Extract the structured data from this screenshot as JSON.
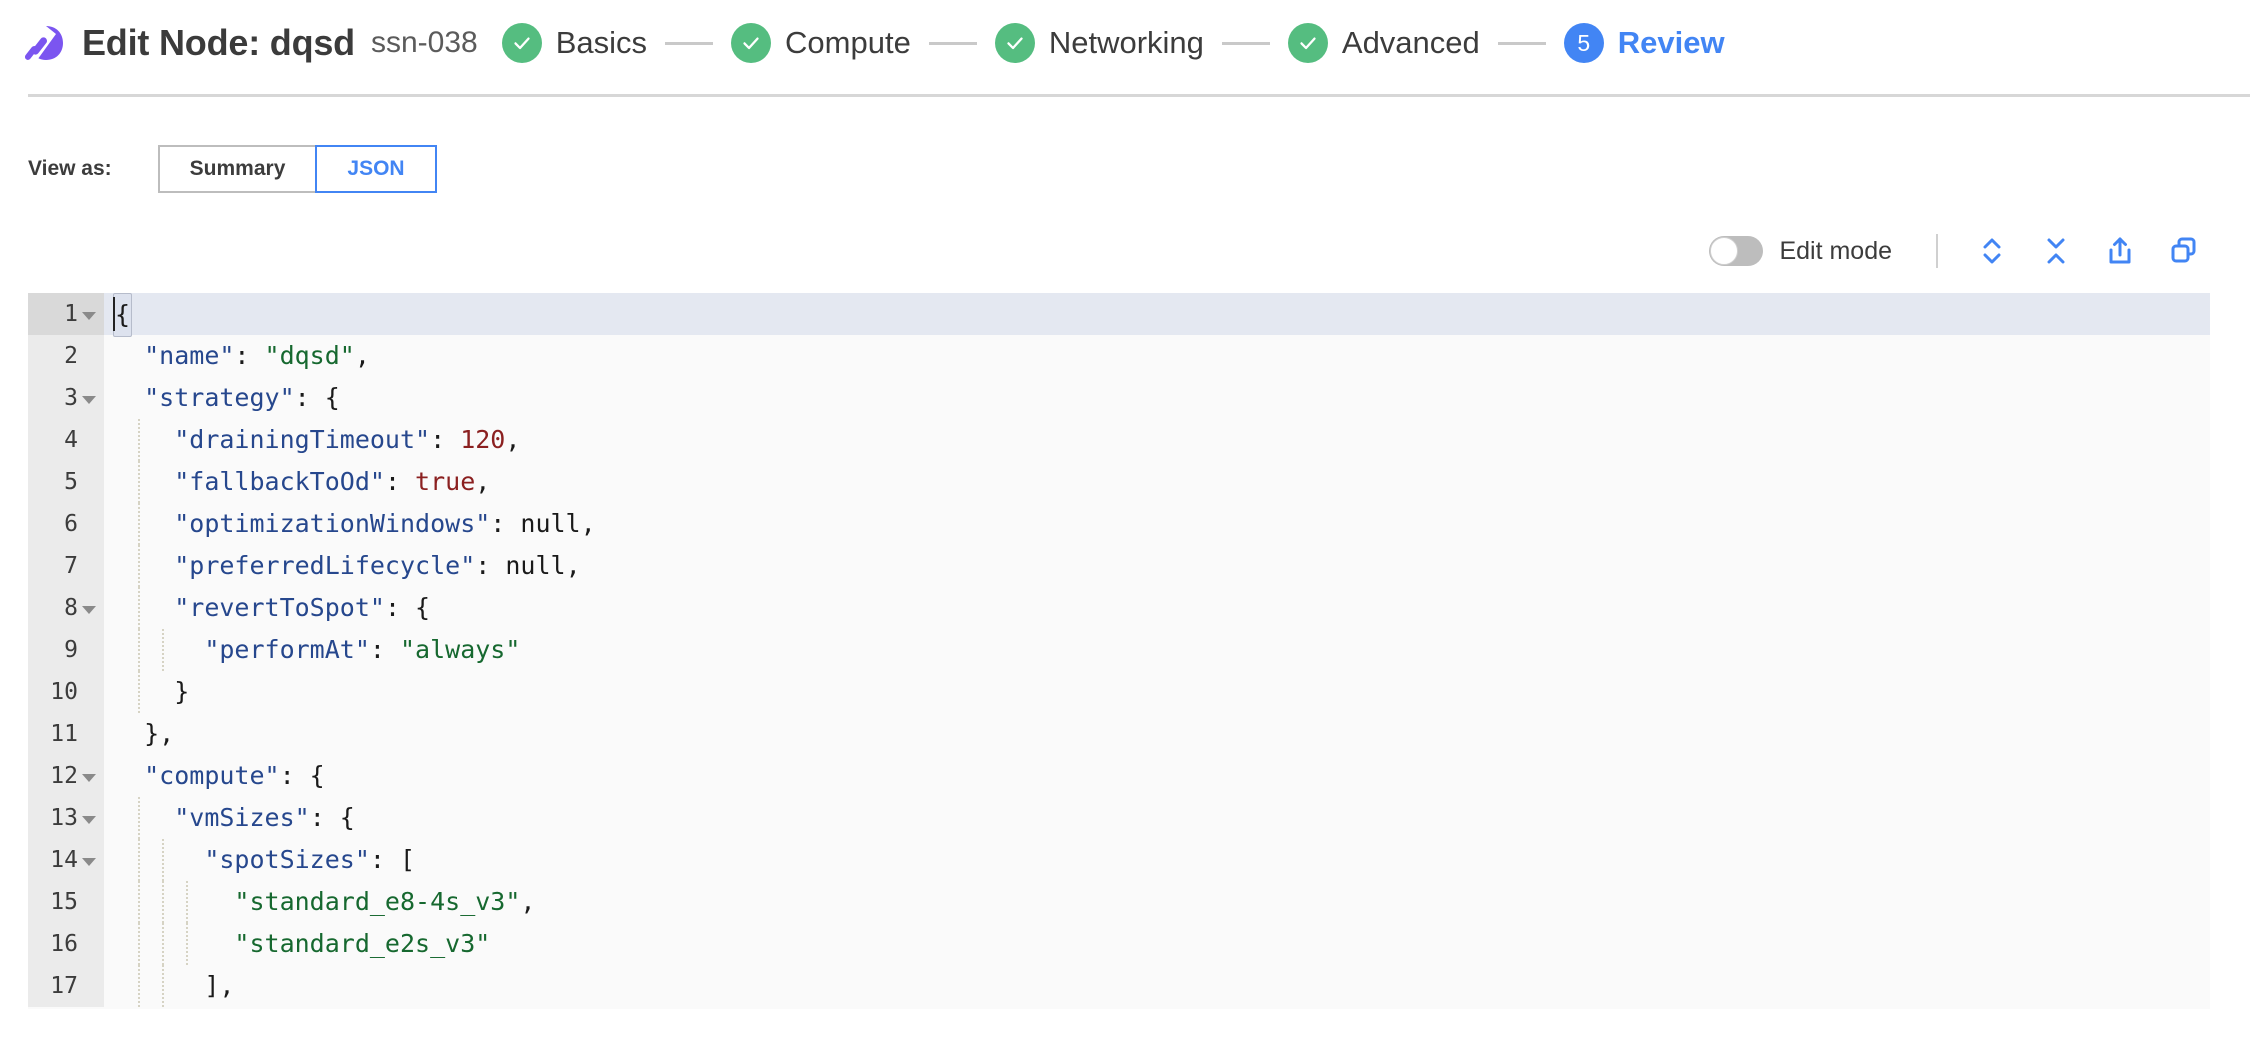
{
  "header": {
    "logo_icon": "rocket-logo-icon",
    "title": "Edit Node: dqsd",
    "subtitle": "ssn-038",
    "brand_color": "#7B55F0",
    "separator_color": "#D7D7D7"
  },
  "stepper": {
    "done_color": "#55BD80",
    "current_color": "#4285F4",
    "connector_color": "#C9C9C9",
    "steps": [
      {
        "label": "Basics",
        "state": "done",
        "marker": "✓"
      },
      {
        "label": "Compute",
        "state": "done",
        "marker": "✓"
      },
      {
        "label": "Networking",
        "state": "done",
        "marker": "✓"
      },
      {
        "label": "Advanced",
        "state": "done",
        "marker": "✓"
      },
      {
        "label": "Review",
        "state": "current",
        "marker": "5"
      }
    ]
  },
  "view_as": {
    "label": "View as:",
    "options": [
      {
        "label": "Summary",
        "selected": false
      },
      {
        "label": "JSON",
        "selected": true
      }
    ]
  },
  "editor_toolbar": {
    "edit_mode_label": "Edit mode",
    "edit_mode_on": false,
    "icons": [
      {
        "name": "expand-all-icon",
        "title": "Expand all"
      },
      {
        "name": "collapse-all-icon",
        "title": "Collapse all"
      },
      {
        "name": "share-export-icon",
        "title": "Export"
      },
      {
        "name": "copy-icon",
        "title": "Copy"
      }
    ],
    "icon_color": "#4285F4"
  },
  "code_editor": {
    "background": "#FAFAFA",
    "gutter_background": "#EBEBEB",
    "active_line_background": "#E4E8F1",
    "key_color": "#26478D",
    "string_color": "#16682F",
    "number_color": "#8B2020",
    "punctuation_color": "#1A1A1A",
    "active_line": 1,
    "lines": [
      {
        "num": 1,
        "fold": true,
        "indent": 0,
        "tokens": [
          {
            "t": "{",
            "c": "p",
            "hl": true
          }
        ]
      },
      {
        "num": 2,
        "fold": false,
        "indent": 1,
        "tokens": [
          {
            "t": "\"name\"",
            "c": "k"
          },
          {
            "t": ": ",
            "c": "p"
          },
          {
            "t": "\"dqsd\"",
            "c": "s"
          },
          {
            "t": ",",
            "c": "p"
          }
        ]
      },
      {
        "num": 3,
        "fold": true,
        "indent": 1,
        "tokens": [
          {
            "t": "\"strategy\"",
            "c": "k"
          },
          {
            "t": ": {",
            "c": "p"
          }
        ]
      },
      {
        "num": 4,
        "fold": false,
        "indent": 2,
        "tokens": [
          {
            "t": "\"drainingTimeout\"",
            "c": "k"
          },
          {
            "t": ": ",
            "c": "p"
          },
          {
            "t": "120",
            "c": "n"
          },
          {
            "t": ",",
            "c": "p"
          }
        ]
      },
      {
        "num": 5,
        "fold": false,
        "indent": 2,
        "tokens": [
          {
            "t": "\"fallbackToOd\"",
            "c": "k"
          },
          {
            "t": ": ",
            "c": "p"
          },
          {
            "t": "true",
            "c": "n"
          },
          {
            "t": ",",
            "c": "p"
          }
        ]
      },
      {
        "num": 6,
        "fold": false,
        "indent": 2,
        "tokens": [
          {
            "t": "\"optimizationWindows\"",
            "c": "k"
          },
          {
            "t": ": ",
            "c": "p"
          },
          {
            "t": "null",
            "c": "p"
          },
          {
            "t": ",",
            "c": "p"
          }
        ]
      },
      {
        "num": 7,
        "fold": false,
        "indent": 2,
        "tokens": [
          {
            "t": "\"preferredLifecycle\"",
            "c": "k"
          },
          {
            "t": ": ",
            "c": "p"
          },
          {
            "t": "null",
            "c": "p"
          },
          {
            "t": ",",
            "c": "p"
          }
        ]
      },
      {
        "num": 8,
        "fold": true,
        "indent": 2,
        "tokens": [
          {
            "t": "\"revertToSpot\"",
            "c": "k"
          },
          {
            "t": ": {",
            "c": "p"
          }
        ]
      },
      {
        "num": 9,
        "fold": false,
        "indent": 3,
        "tokens": [
          {
            "t": "\"performAt\"",
            "c": "k"
          },
          {
            "t": ": ",
            "c": "p"
          },
          {
            "t": "\"always\"",
            "c": "s"
          }
        ]
      },
      {
        "num": 10,
        "fold": false,
        "indent": 2,
        "tokens": [
          {
            "t": "}",
            "c": "p"
          }
        ]
      },
      {
        "num": 11,
        "fold": false,
        "indent": 1,
        "tokens": [
          {
            "t": "},",
            "c": "p"
          }
        ]
      },
      {
        "num": 12,
        "fold": true,
        "indent": 1,
        "tokens": [
          {
            "t": "\"compute\"",
            "c": "k"
          },
          {
            "t": ": {",
            "c": "p"
          }
        ]
      },
      {
        "num": 13,
        "fold": true,
        "indent": 2,
        "tokens": [
          {
            "t": "\"vmSizes\"",
            "c": "k"
          },
          {
            "t": ": {",
            "c": "p"
          }
        ]
      },
      {
        "num": 14,
        "fold": true,
        "indent": 3,
        "tokens": [
          {
            "t": "\"spotSizes\"",
            "c": "k"
          },
          {
            "t": ": [",
            "c": "p"
          }
        ]
      },
      {
        "num": 15,
        "fold": false,
        "indent": 4,
        "tokens": [
          {
            "t": "\"standard_e8-4s_v3\"",
            "c": "s"
          },
          {
            "t": ",",
            "c": "p"
          }
        ]
      },
      {
        "num": 16,
        "fold": false,
        "indent": 4,
        "tokens": [
          {
            "t": "\"standard_e2s_v3\"",
            "c": "s"
          }
        ]
      },
      {
        "num": 17,
        "fold": false,
        "indent": 3,
        "tokens": [
          {
            "t": "],",
            "c": "p"
          }
        ]
      }
    ]
  }
}
